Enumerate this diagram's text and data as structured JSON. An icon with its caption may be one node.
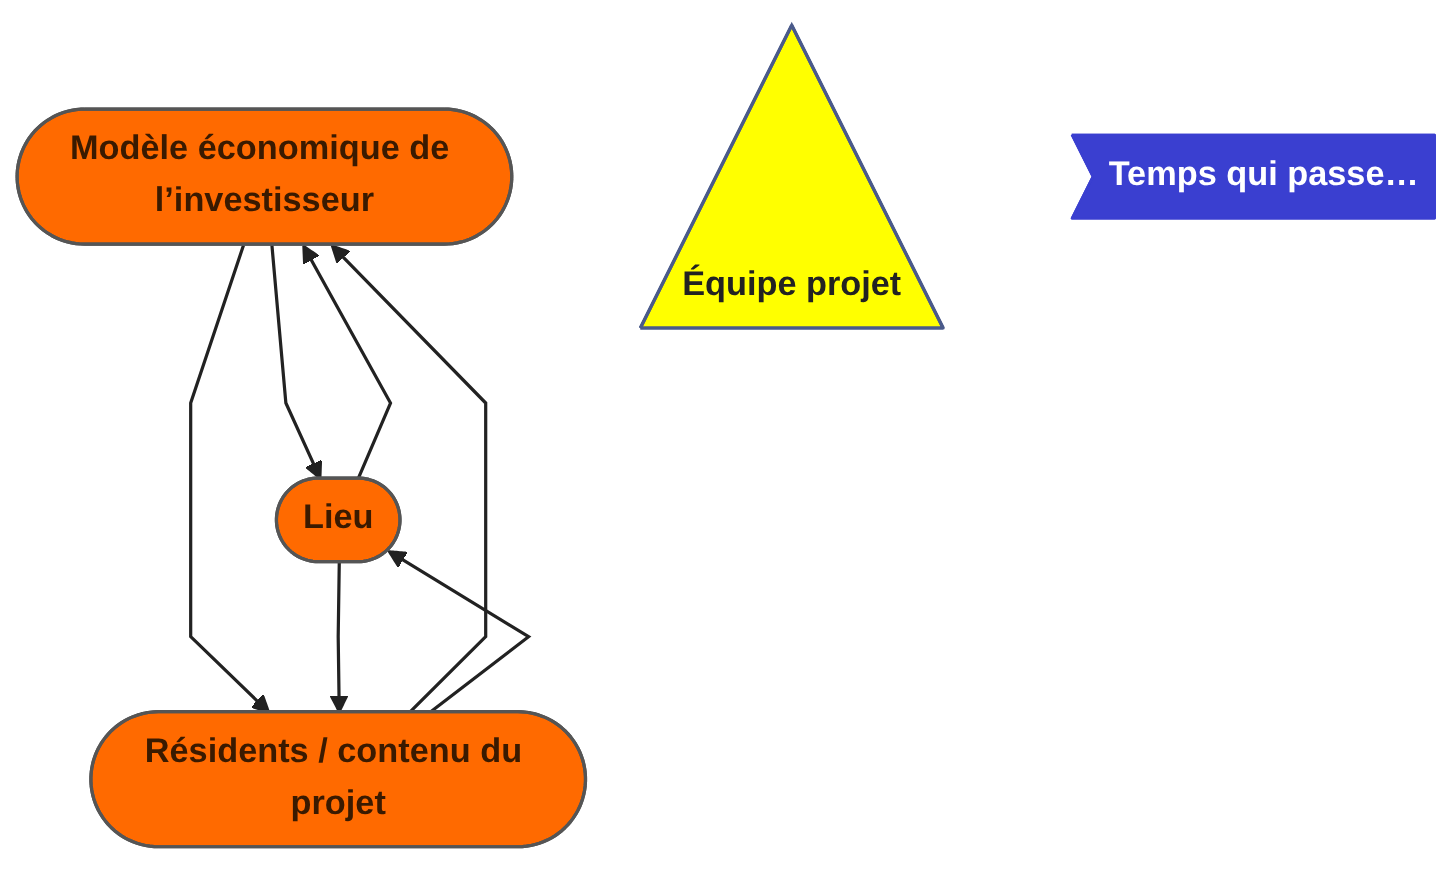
{
  "diagram": {
    "nodes": [
      {
        "text": [
          "Modèle économique de l’investisseur"
        ]
      },
      {
        "text": [
          "Équipe projet"
        ]
      },
      {
        "text": [
          "Lieu"
        ]
      },
      {
        "text": [
          "Résidents / contenu du projet"
        ]
      },
      {
        "text": [
          "Temps qui passe…"
        ]
      }
    ],
    "edges": [
      {
        "from": 0,
        "to": 2,
        "arrow": "to"
      },
      {
        "from": 2,
        "to": 0,
        "arrow": "to"
      },
      {
        "from": 3,
        "to": 0,
        "arrow": "to"
      },
      {
        "from": 0,
        "to": 3,
        "arrow": "to"
      },
      {
        "from": 2,
        "to": 3,
        "arrow": "to"
      },
      {
        "from": 3,
        "to": 2,
        "arrow": "to"
      }
    ]
  }
}
